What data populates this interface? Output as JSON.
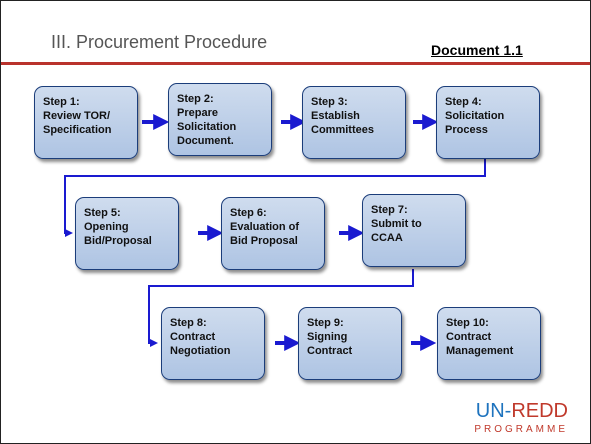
{
  "slide": {
    "title": "III. Procurement Procedure",
    "document_ref": "Document 1.1"
  },
  "steps": [
    {
      "line1": "Step 1:",
      "line2": "Review TOR/",
      "line3": "Specification"
    },
    {
      "line1": "Step 2:",
      "line2": "Prepare",
      "line3": "Solicitation",
      "line4": "Document."
    },
    {
      "line1": "Step 3:",
      "line2": "Establish",
      "line3": "Committees"
    },
    {
      "line1": "Step 4:",
      "line2": "Solicitation",
      "line3": "Process"
    },
    {
      "line1": "Step 5:",
      "line2": "Opening",
      "line3": "Bid/Proposal"
    },
    {
      "line1": "Step 6:",
      "line2": "Evaluation of",
      "line3": "Bid Proposal"
    },
    {
      "line1": "Step 7:",
      "line2": "Submit to",
      "line3": "CCAA"
    },
    {
      "line1": "Step 8:",
      "line2": "Contract",
      "line3": "Negotiation"
    },
    {
      "line1": "Step 9:",
      "line2": "Signing",
      "line3": "Contract"
    },
    {
      "line1": "Step 10:",
      "line2": "Contract",
      "line3": "Management"
    }
  ],
  "logo": {
    "un": "UN-",
    "redd": "REDD",
    "programme": "PROGRAMME"
  },
  "colors": {
    "accent_rule": "#b9322c",
    "arrow": "#1a1ad0",
    "box_fill": "#b8cbe6",
    "box_border": "#1b3d7a"
  }
}
